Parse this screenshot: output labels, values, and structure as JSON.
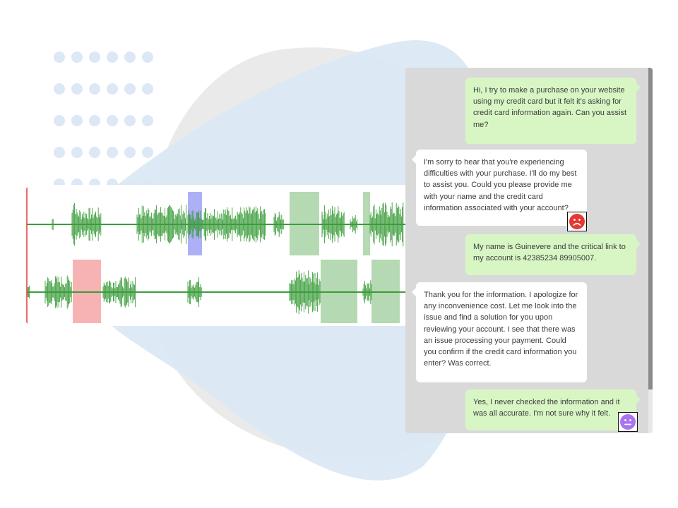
{
  "colors": {
    "waveform": "#3a9d3a",
    "highlight_blue": "#aeb0f7",
    "highlight_green": "#b5d9b2",
    "highlight_red": "#f7b3b3",
    "cursor": "#e53935",
    "user_bubble": "#d8f6c4",
    "agent_bubble": "#ffffff",
    "negative_sentiment": "#e53935",
    "neutral_sentiment": "#a974f1"
  },
  "chat": {
    "messages": [
      {
        "role": "user",
        "text": "Hi, I try to make a purchase on your website using my credit card but it felt it's asking for credit card information again. Can you assist me?"
      },
      {
        "role": "agent",
        "text": "I'm sorry to hear that you're experiencing difficulties with your purchase. I'll do my best to assist you. Could you please provide me with your name and the credit card information associated with your account?",
        "sentiment": "negative-face-icon"
      },
      {
        "role": "user",
        "text": "My name is Guinevere and the critical link to my account is 42385234 89905007."
      },
      {
        "role": "agent",
        "text": "Thank you for the information. I apologize for any inconvenience cost. Let me look into the issue and find a solution for you upon reviewing your account. I see that there was an issue processing your payment. Could you confirm if the credit card information you enter? Was correct."
      },
      {
        "role": "user",
        "text": "Yes, I never checked the information and it was all accurate. I'm not sure why it felt.",
        "sentiment": "neutral-face-icon"
      }
    ]
  }
}
